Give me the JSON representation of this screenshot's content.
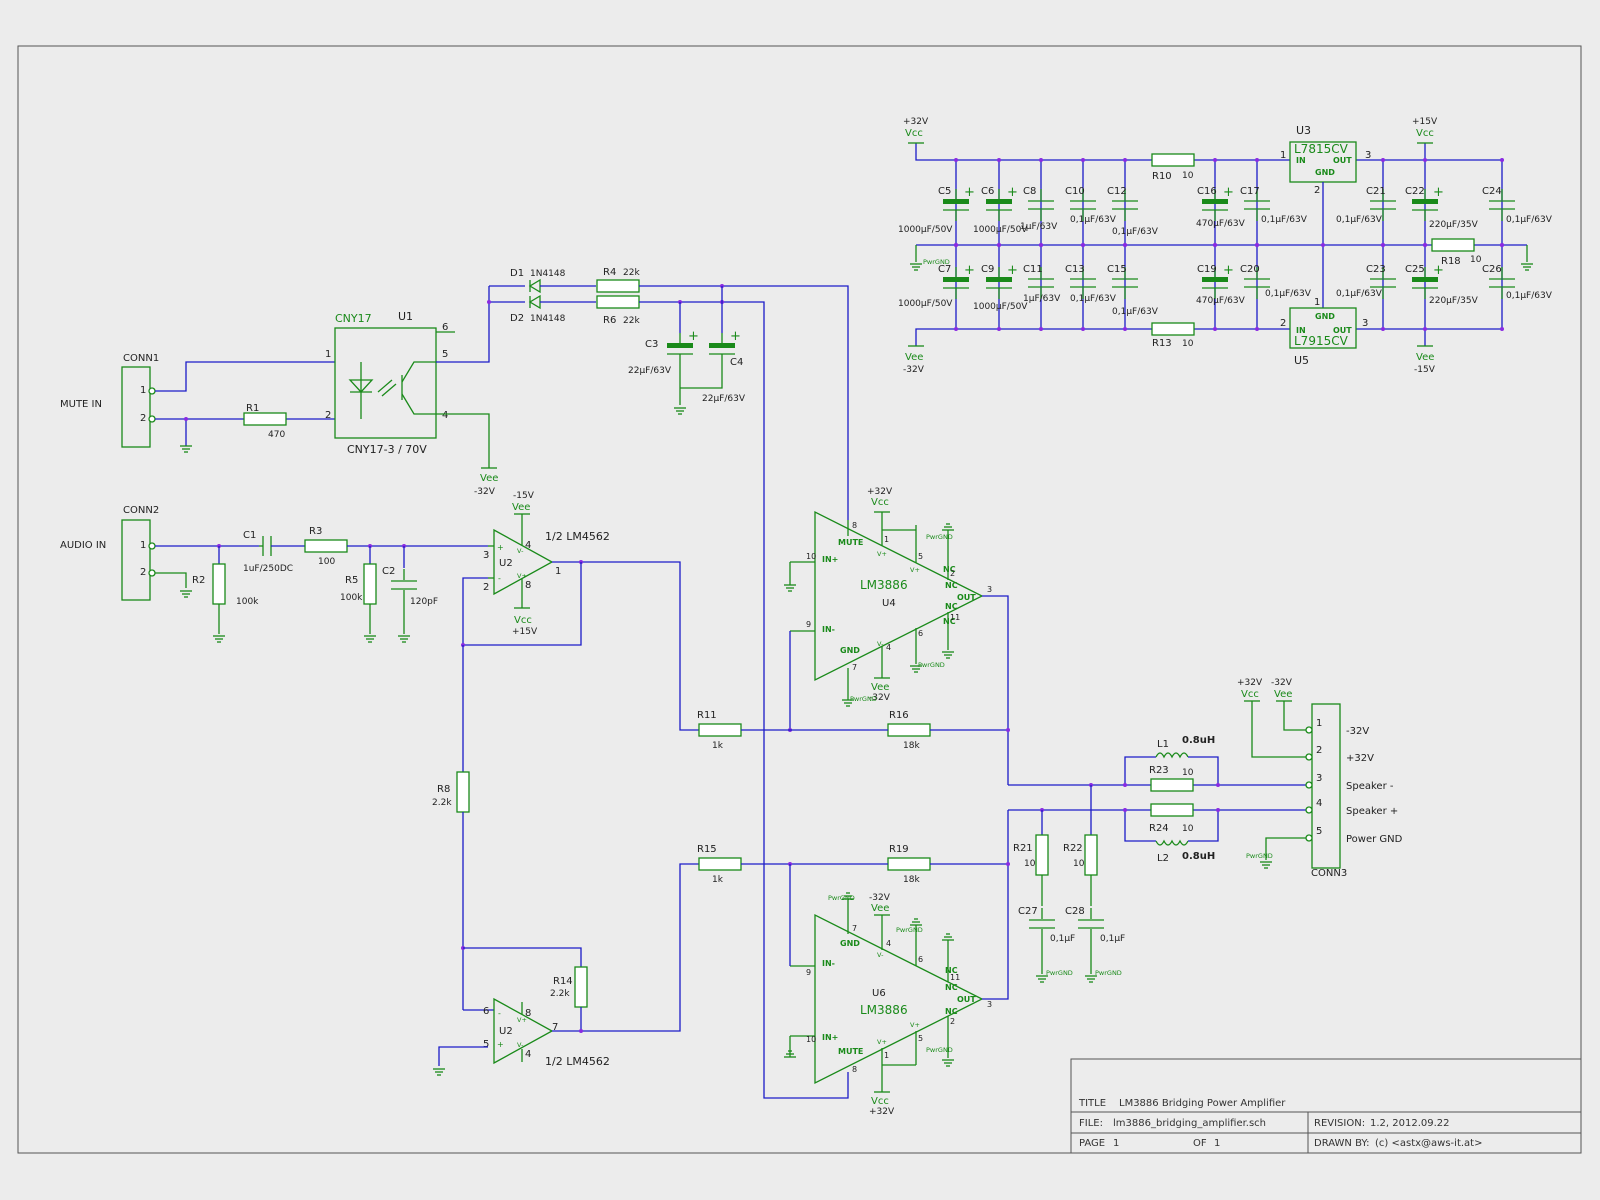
{
  "colors": {
    "wire": "#1c1cc8",
    "symbol": "#1a8a1a",
    "junction": "#8a2be2",
    "background": "#ececec"
  },
  "title_block": {
    "title_label": "TITLE",
    "title": "LM3886 Bridging Power Amplifier",
    "file_label": "FILE:",
    "file": "lm3886_bridging_amplifier.sch",
    "revision_label": "REVISION:",
    "revision": "1.2, 2012.09.22",
    "page_label": "PAGE",
    "page": "1",
    "of_label": "OF",
    "of": "1",
    "drawn_label": "DRAWN BY:",
    "drawn": "(c) <astx@aws-it.at>"
  },
  "mute_section": {
    "conn1": "CONN1",
    "mute_in": "MUTE IN",
    "p1": "1",
    "p2": "2",
    "r1": "R1",
    "r1v": "470",
    "opto_name": "CNY17",
    "opto_ref": "U1",
    "opto_part": "CNY17-3 / 70V",
    "pin1": "1",
    "pin2": "2",
    "pin4": "4",
    "pin5": "5",
    "pin6": "6",
    "vee": "Vee",
    "vee_v": "-32V",
    "d1": "D1",
    "d1v": "1N4148",
    "d2": "D2",
    "d2v": "1N4148",
    "r4": "R4",
    "r4v": "22k",
    "r6": "R6",
    "r6v": "22k",
    "c3": "C3",
    "c3v": "22µF/63V",
    "c4": "C4",
    "c4v": "22µF/63V"
  },
  "input_section": {
    "conn2": "CONN2",
    "audio_in": "AUDIO IN",
    "p1": "1",
    "p2": "2",
    "c1": "C1",
    "c1v": "1uF/250DC",
    "r3": "R3",
    "r3v": "100",
    "r2": "R2",
    "r2v": "100k",
    "r5": "R5",
    "r5v": "100k",
    "c2": "C2",
    "c2v": "120pF",
    "u2a_ref": "U2",
    "u2a_part": "1/2 LM4562",
    "u2a_vee": "Vee",
    "u2a_vee_v": "-15V",
    "u2a_vcc": "Vcc",
    "u2a_vcc_v": "+15V",
    "u2a_p1": "1",
    "u2a_p2": "2",
    "u2a_p3": "3",
    "u2a_p4": "4",
    "u2a_p8": "8",
    "r8": "R8",
    "r8v": "2.2k",
    "r14": "R14",
    "r14v": "2.2k",
    "u2b_ref": "U2",
    "u2b_part": "1/2 LM4562",
    "u2b_p4": "4",
    "u2b_p5": "5",
    "u2b_p6": "6",
    "u2b_p7": "7",
    "u2b_p8": "8",
    "r11": "R11",
    "r11v": "1k",
    "r15": "R15",
    "r15v": "1k",
    "r16": "R16",
    "r16v": "18k",
    "r19": "R19",
    "r19v": "18k"
  },
  "power_amps": {
    "u4_part": "LM3886",
    "u4_ref": "U4",
    "u6_part": "LM3886",
    "u6_ref": "U6",
    "mute": "MUTE",
    "gnd": "GND",
    "nc": "NC",
    "out": "OUT",
    "vplus": "V+",
    "vminus": "V-",
    "inplus": "IN+",
    "inminus": "IN-",
    "pwrgnd": "PwrGND",
    "vcc": "Vcc",
    "vcc_v": "+32V",
    "vee": "Vee",
    "vee_v": "-32V",
    "u4_pins": [
      "8",
      "1",
      "5",
      "2",
      "3",
      "10",
      "9",
      "7",
      "4",
      "6",
      "11"
    ],
    "u6_pins": [
      "7",
      "4",
      "6",
      "11",
      "3",
      "9",
      "10",
      "8",
      "1",
      "5",
      "2"
    ]
  },
  "output_section": {
    "l1": "L1",
    "l1v": "0.8uH",
    "l2": "L2",
    "l2v": "0.8uH",
    "r23": "R23",
    "r23v": "10",
    "r24": "R24",
    "r24v": "10",
    "r21": "R21",
    "r21v": "10",
    "r22": "R22",
    "r22v": "10",
    "c27": "C27",
    "c27v": "0,1µF",
    "c28": "C28",
    "c28v": "0,1µF",
    "conn3": "CONN3",
    "pins": [
      "1",
      "2",
      "3",
      "4",
      "5"
    ],
    "pin_labels": [
      "-32V",
      "+32V",
      "Speaker -",
      "Speaker +",
      "Power GND"
    ],
    "vcc": "Vcc",
    "vcc_v": "+32V",
    "vee": "Vee",
    "vee_v": "-32V"
  },
  "power_supply": {
    "vcc_top": "Vcc",
    "vcc_top_v": "+32V",
    "vee_bot": "Vee",
    "vee_bot_v": "-32V",
    "vcc15": "Vcc",
    "vcc15_v": "+15V",
    "vee15": "Vee",
    "vee15_v": "-15V",
    "u3_ref": "U3",
    "u3_part": "L7815CV",
    "u5_ref": "U5",
    "u5_part": "L7915CV",
    "in": "IN",
    "out": "OUT",
    "gnd": "GND",
    "u3_p1": "1",
    "u3_p2": "2",
    "u3_p3": "3",
    "u5_p1": "1",
    "u5_p2": "2",
    "u5_p3": "3",
    "r10": "R10",
    "r10v": "10",
    "r13": "R13",
    "r13v": "10",
    "r18": "R18",
    "r18v": "10",
    "c5": "C5",
    "c5v": "1000µF/50V",
    "c6": "C6",
    "c6v": "1000µF/50V",
    "c7": "C7",
    "c7v": "1000µF/50V",
    "c9": "C9",
    "c9v": "1000µF/50V",
    "c8": "C8",
    "c8v": "1µF/63V",
    "c11": "C11",
    "c11v": "1µF/63V",
    "c10": "C10",
    "c10v": "0,1µF/63V",
    "c12": "C12",
    "c12v": "0,1µF/63V",
    "c13": "C13",
    "c13v": "0,1µF/63V",
    "c15": "C15",
    "c15v": "0,1µF/63V",
    "c16": "C16",
    "c16v": "470µF/63V",
    "c19": "C19",
    "c19v": "470µF/63V",
    "c17": "C17",
    "c17v": "0,1µF/63V",
    "c20": "C20",
    "c20v": "0,1µF/63V",
    "c21": "C21",
    "c21v": "0,1µF/63V",
    "c23": "C23",
    "c23v": "0,1µF/63V",
    "c22": "C22",
    "c22v": "220µF/35V",
    "c25": "C25",
    "c25v": "220µF/35V",
    "c24": "C24",
    "c24v": "0,1µF/63V",
    "c26": "C26",
    "c26v": "0,1µF/63V",
    "pwrgnd": "PwrGND"
  }
}
